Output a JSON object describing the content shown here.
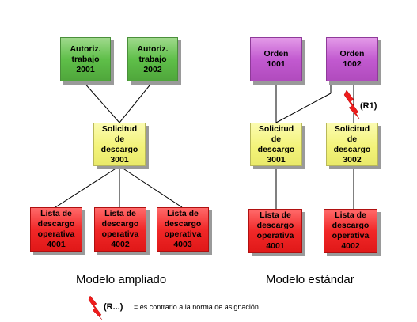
{
  "left_model": {
    "caption": "Modelo ampliado",
    "authorizations": [
      {
        "label": "Autoriz.\ntrabajo\n2001"
      },
      {
        "label": "Autoriz.\ntrabajo\n2002"
      }
    ],
    "request": {
      "label": "Solicitud\nde\ndescargo\n3001"
    },
    "lists": [
      {
        "label": "Lista de\ndescargo\noperativa\n4001"
      },
      {
        "label": "Lista de\ndescargo\noperativa\n4002"
      },
      {
        "label": "Lista de\ndescargo\noperativa\n4003"
      }
    ]
  },
  "right_model": {
    "caption": "Modelo estándar",
    "orders": [
      {
        "label": "Orden\n1001"
      },
      {
        "label": "Orden\n1002"
      }
    ],
    "requests": [
      {
        "label": "Solicitud\nde\ndescargo\n3001"
      },
      {
        "label": "Solicitud\nde\ndescargo\n3002"
      }
    ],
    "lists": [
      {
        "label": "Lista de\ndescargo\noperativa\n4001"
      },
      {
        "label": "Lista de\ndescargo\noperativa\n4002"
      }
    ],
    "conflict_label": "(R1)"
  },
  "legend": {
    "symbol_label": "(R...)",
    "text": "= es contrario a la norma de asignación"
  },
  "colors": {
    "authorization": "#5fbf49",
    "order": "#c25ad0",
    "request": "#f3f37a",
    "list": "#f12828",
    "conflict_bolt": "#ee1c1c"
  },
  "icons": {
    "conflict": "lightning-bolt-icon"
  }
}
